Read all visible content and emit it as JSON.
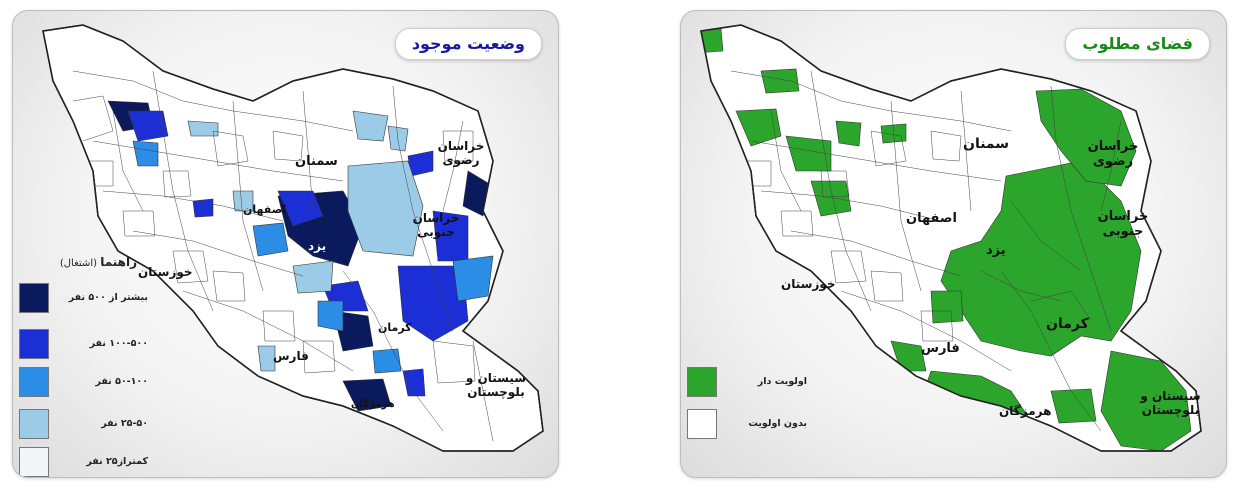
{
  "left_panel": {
    "title": "وضعیت موجود",
    "legend_title": "راهنما",
    "legend_subtitle": "(اشتغال)",
    "legend": [
      {
        "label": "بیشتر از ۵۰۰ نفر",
        "color": "#0a1a5c"
      },
      {
        "label": "۱۰۰-۵۰۰ نفر",
        "color": "#1c2fd6"
      },
      {
        "label": "۵۰-۱۰۰ نفر",
        "color": "#2b8de6"
      },
      {
        "label": "۲۵-۵۰ نفر",
        "color": "#9ccbe8"
      },
      {
        "label": "کمتراز۲۵ نفر",
        "color": "#f2f6f8"
      }
    ],
    "region_labels": [
      {
        "text": "سمنان"
      },
      {
        "text": "خراسان رضوی"
      },
      {
        "text": "خراسان جنوبی"
      },
      {
        "text": "یزد"
      },
      {
        "text": "اصفهان"
      },
      {
        "text": "خوزستان"
      },
      {
        "text": "کرمان"
      },
      {
        "text": "فارس"
      },
      {
        "text": "سیستان و بلوچستان"
      },
      {
        "text": "هرمزگان"
      }
    ]
  },
  "right_panel": {
    "title": "فضای مطلوب",
    "legend": [
      {
        "label": "اولویت دار",
        "color": "#2ca52c"
      },
      {
        "label": "بدون اولویت",
        "color": "#ffffff"
      }
    ],
    "region_labels": [
      {
        "text": "سمنان"
      },
      {
        "text": "خراسان رضوی"
      },
      {
        "text": "خراسان جنوبی"
      },
      {
        "text": "اصفهان"
      },
      {
        "text": "یزد"
      },
      {
        "text": "خوزستان"
      },
      {
        "text": "کرمان"
      },
      {
        "text": "فارس"
      },
      {
        "text": "هرمزگان"
      },
      {
        "text": "سیستان و بلوچستان"
      }
    ]
  },
  "colors": {
    "map_fill": "#ffffff",
    "border": "#222222",
    "priority_green": "#2ca52c"
  }
}
